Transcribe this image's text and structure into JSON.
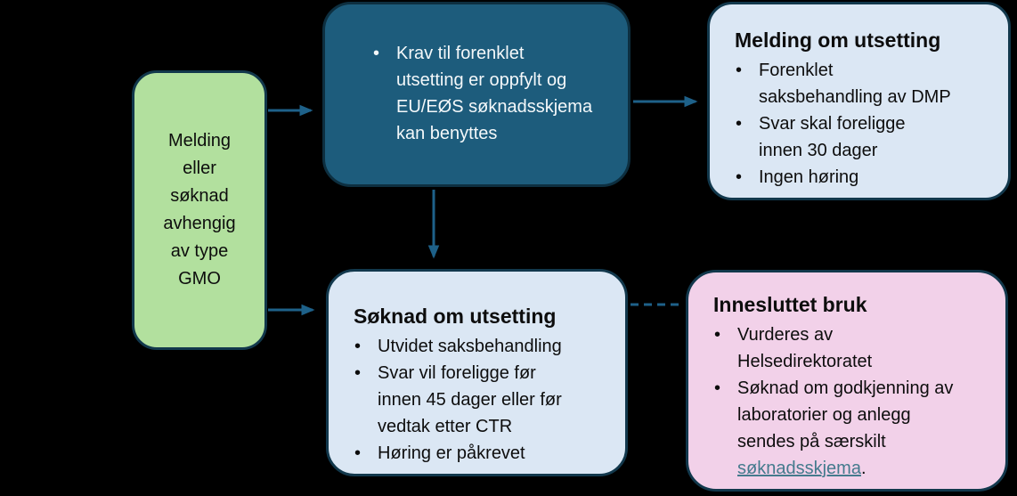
{
  "colors": {
    "background": "#000000",
    "node_green_fill": "#b2e09e",
    "node_teal_fill": "#1d5c7c",
    "node_blue_fill": "#dbe7f4",
    "node_pink_fill": "#f2d1e9",
    "node_border": "#12384c",
    "arrow": "#1e6189",
    "teal_text": "#f4f8fa",
    "dark_text": "#0d0d0d",
    "link": "#447a8d"
  },
  "nodes": {
    "start": {
      "text": "Melding\neller\nsøknad\navhengig\nav type\nGMO"
    },
    "criteria": {
      "bullets": [
        "Krav til forenklet\nutsetting er oppfylt og\nEU/EØS søknadsskjema\nkan benyttes"
      ]
    },
    "melding_om_utsetting": {
      "title": "Melding om utsetting",
      "bullets": [
        "Forenklet\nsaksbehandling av DMP",
        "Svar skal foreligge\ninnen 30 dager",
        "Ingen høring"
      ]
    },
    "soknad_om_utsetting": {
      "title": "Søknad om utsetting",
      "bullets": [
        "Utvidet saksbehandling",
        "Svar vil foreligge før\ninnen 45 dager eller før\nvedtak etter CTR",
        "Høring er påkrevet"
      ]
    },
    "innesluttet_bruk": {
      "title": "Innesluttet bruk",
      "bullets": [
        "Vurderes av\nHelsedirektoratet"
      ],
      "link_bullet": {
        "pre": "Søknad om godkjenning av\nlaboratorier og anlegg\nsendes på særskilt\n",
        "link": "søknadsskjema",
        "post": "."
      }
    }
  }
}
